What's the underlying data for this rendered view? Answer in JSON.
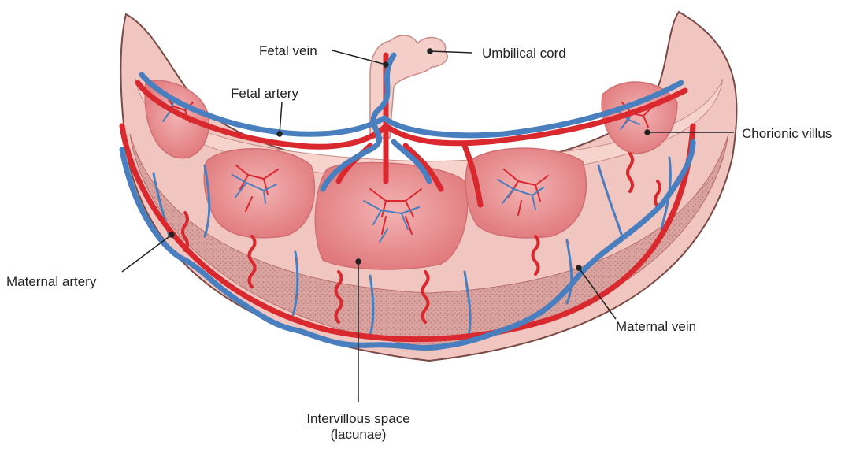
{
  "labels": {
    "fetal_vein": "Fetal vein",
    "umbilical_cord": "Umbilical cord",
    "fetal_artery": "Fetal artery",
    "chorionic_villus": "Chorionic villus",
    "maternal_artery": "Maternal artery",
    "maternal_vein": "Maternal vein",
    "intervillous_space": "Intervillous space",
    "intervillous_space_sub": "(lacunae)"
  },
  "colors": {
    "outer_tissue": "#f2c6c0",
    "outer_edge": "#7a4a46",
    "chorionic_plate": "#f6d3cd",
    "decidua_band": "#c98b86",
    "intervillous_fill": "#e99b9b",
    "villus_fill": "#e58a8c",
    "artery_red": "#d9292f",
    "vein_blue": "#4a7fbf",
    "leader_line": "#222222"
  }
}
